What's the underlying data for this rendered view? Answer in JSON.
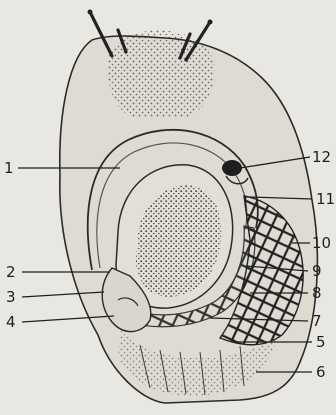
{
  "labels": {
    "l1": "1",
    "l2": "2",
    "l3": "3",
    "l4": "4",
    "l5": "5",
    "l6": "6",
    "l7": "7",
    "l8": "8",
    "l9": "9",
    "l10": "10",
    "l11": "11",
    "l12": "12"
  },
  "colors": {
    "paper": "#e9e7e1",
    "ink": "#1f1f1f"
  }
}
